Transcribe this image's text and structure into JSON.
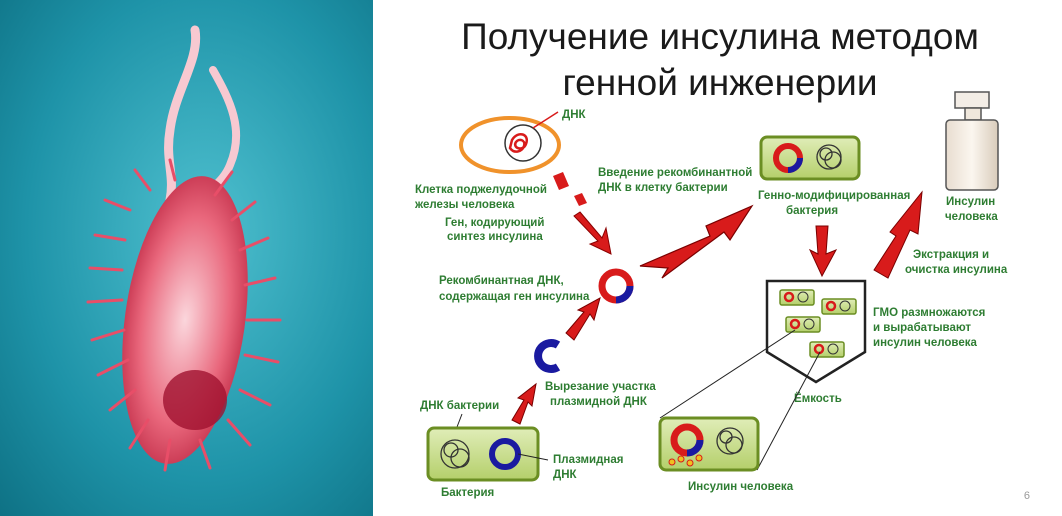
{
  "title_line1": "Получение инсулина методом",
  "title_line2": "генной инженерии",
  "labels": {
    "dnk": "ДНК",
    "pancreas_cell_1": "Клетка поджелудочной",
    "pancreas_cell_2": "железы человека",
    "gene_1": "Ген, кодирующий",
    "gene_2": "синтез инсулина",
    "intro_1": "Введение рекомбинантной",
    "intro_2": "ДНК в клетку бактерии",
    "gmo_bacteria_1": "Генно-модифицированная",
    "gmo_bacteria_2": "бактерия",
    "insulin_bottle_1": "Инсулин",
    "insulin_bottle_2": "человека",
    "extraction_1": "Экстракция и",
    "extraction_2": "очистка инсулина",
    "recombinant_1": "Рекомбинантная ДНК,",
    "recombinant_2": "содержащая ген инсулина",
    "gmo_multiply_1": "ГМО размножаются",
    "gmo_multiply_2": "и вырабатывают",
    "gmo_multiply_3": "инсулин человека",
    "cutting_1": "Вырезание участка",
    "cutting_2": "плазмидной ДНК",
    "bacteria_dna": "ДНК бактерии",
    "container": "Ёмкость",
    "plasmid_1": "Плазмидная",
    "plasmid_2": "ДНК",
    "bacterium": "Бактерия",
    "insulin_human": "Инсулин человека"
  },
  "page_number": "6",
  "colors": {
    "label_green": "#2e7d32",
    "arrow_red": "#d81b1b",
    "bacteria_fill": "#c5dc8a",
    "bacteria_border": "#6b8e23",
    "plasmid_blue": "#1a1aa0",
    "photo_bg": "#1e93a8",
    "cell_orange": "#f0922b"
  },
  "icons": [
    "pancreas-cell",
    "bacterium",
    "plasmid-ring",
    "recombinant-ring",
    "container",
    "insulin-bottle",
    "flagellate-organism-photo"
  ]
}
